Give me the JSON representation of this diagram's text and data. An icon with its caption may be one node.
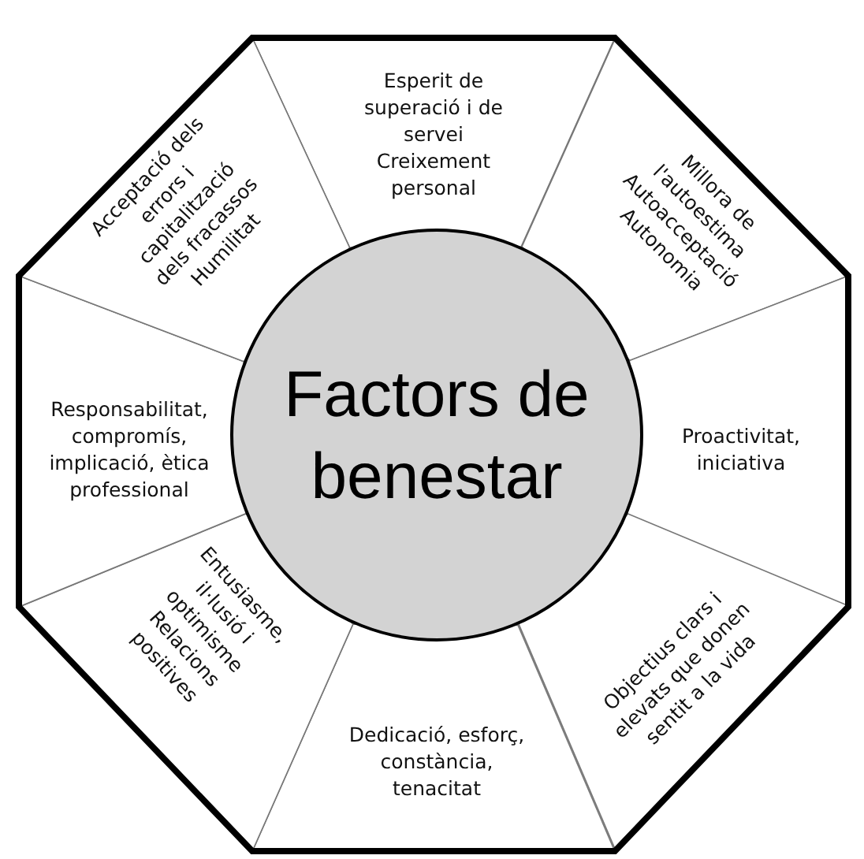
{
  "diagram": {
    "nodes": [
      {
        "text": [
          "Factors de benestar"
        ]
      },
      {
        "text": [
          "Esperit de superació i de servei",
          "Creixement personal"
        ]
      },
      {
        "text": [
          "Millora de l'autoestima",
          "Autoacceptació",
          "Autonomia"
        ]
      },
      {
        "text": [
          "Proactivitat, iniciativa"
        ]
      },
      {
        "text": [
          "Objectius clars i elevats que donen sentit a la vida"
        ]
      },
      {
        "text": [
          "Dedicació, esforç, constància, tenacitat"
        ]
      },
      {
        "text": [
          "Entusiasme, il·lusió i optimisme",
          "Relacions positives"
        ]
      },
      {
        "text": [
          "Responsabilitat, compromís, implicació, ètica professional"
        ]
      },
      {
        "text": [
          "Acceptació dels errors i capitalització dels fracassos",
          "Humilitat"
        ]
      }
    ]
  }
}
